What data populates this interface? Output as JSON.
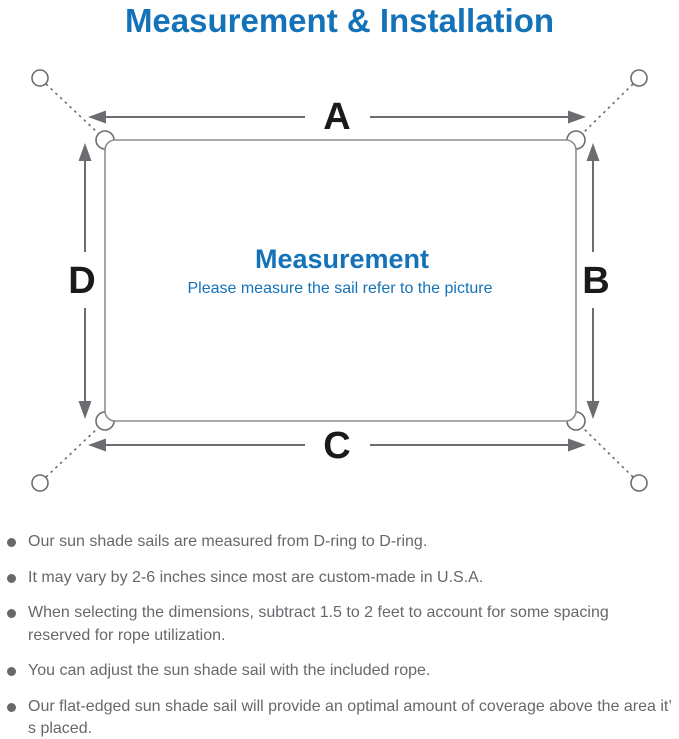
{
  "title": "Measurement & Installation",
  "diagram": {
    "label_a": "A",
    "label_b": "B",
    "label_c": "C",
    "label_d": "D",
    "center_title": "Measurement",
    "center_subtitle": "Please measure the sail refer to the picture"
  },
  "colors": {
    "accent_blue": "#1472b9",
    "diagram_line_gray": "#6b6d70",
    "sail_outline_gray": "#8b8d90",
    "note_text_gray": "#66686c",
    "dimension_label_black": "#1a1a1a"
  },
  "notes": [
    "Our sun shade sails are measured from D-ring to D-ring.",
    "It may vary by 2-6 inches since most are custom-made in U.S.A.",
    "When selecting the dimensions, subtract 1.5 to 2 feet to account for some spacing reserved for rope utilization.",
    "You can adjust the sun shade sail with the included rope.",
    "Our flat-edged sun shade sail will provide an optimal amount of coverage above the area it’ s placed."
  ]
}
